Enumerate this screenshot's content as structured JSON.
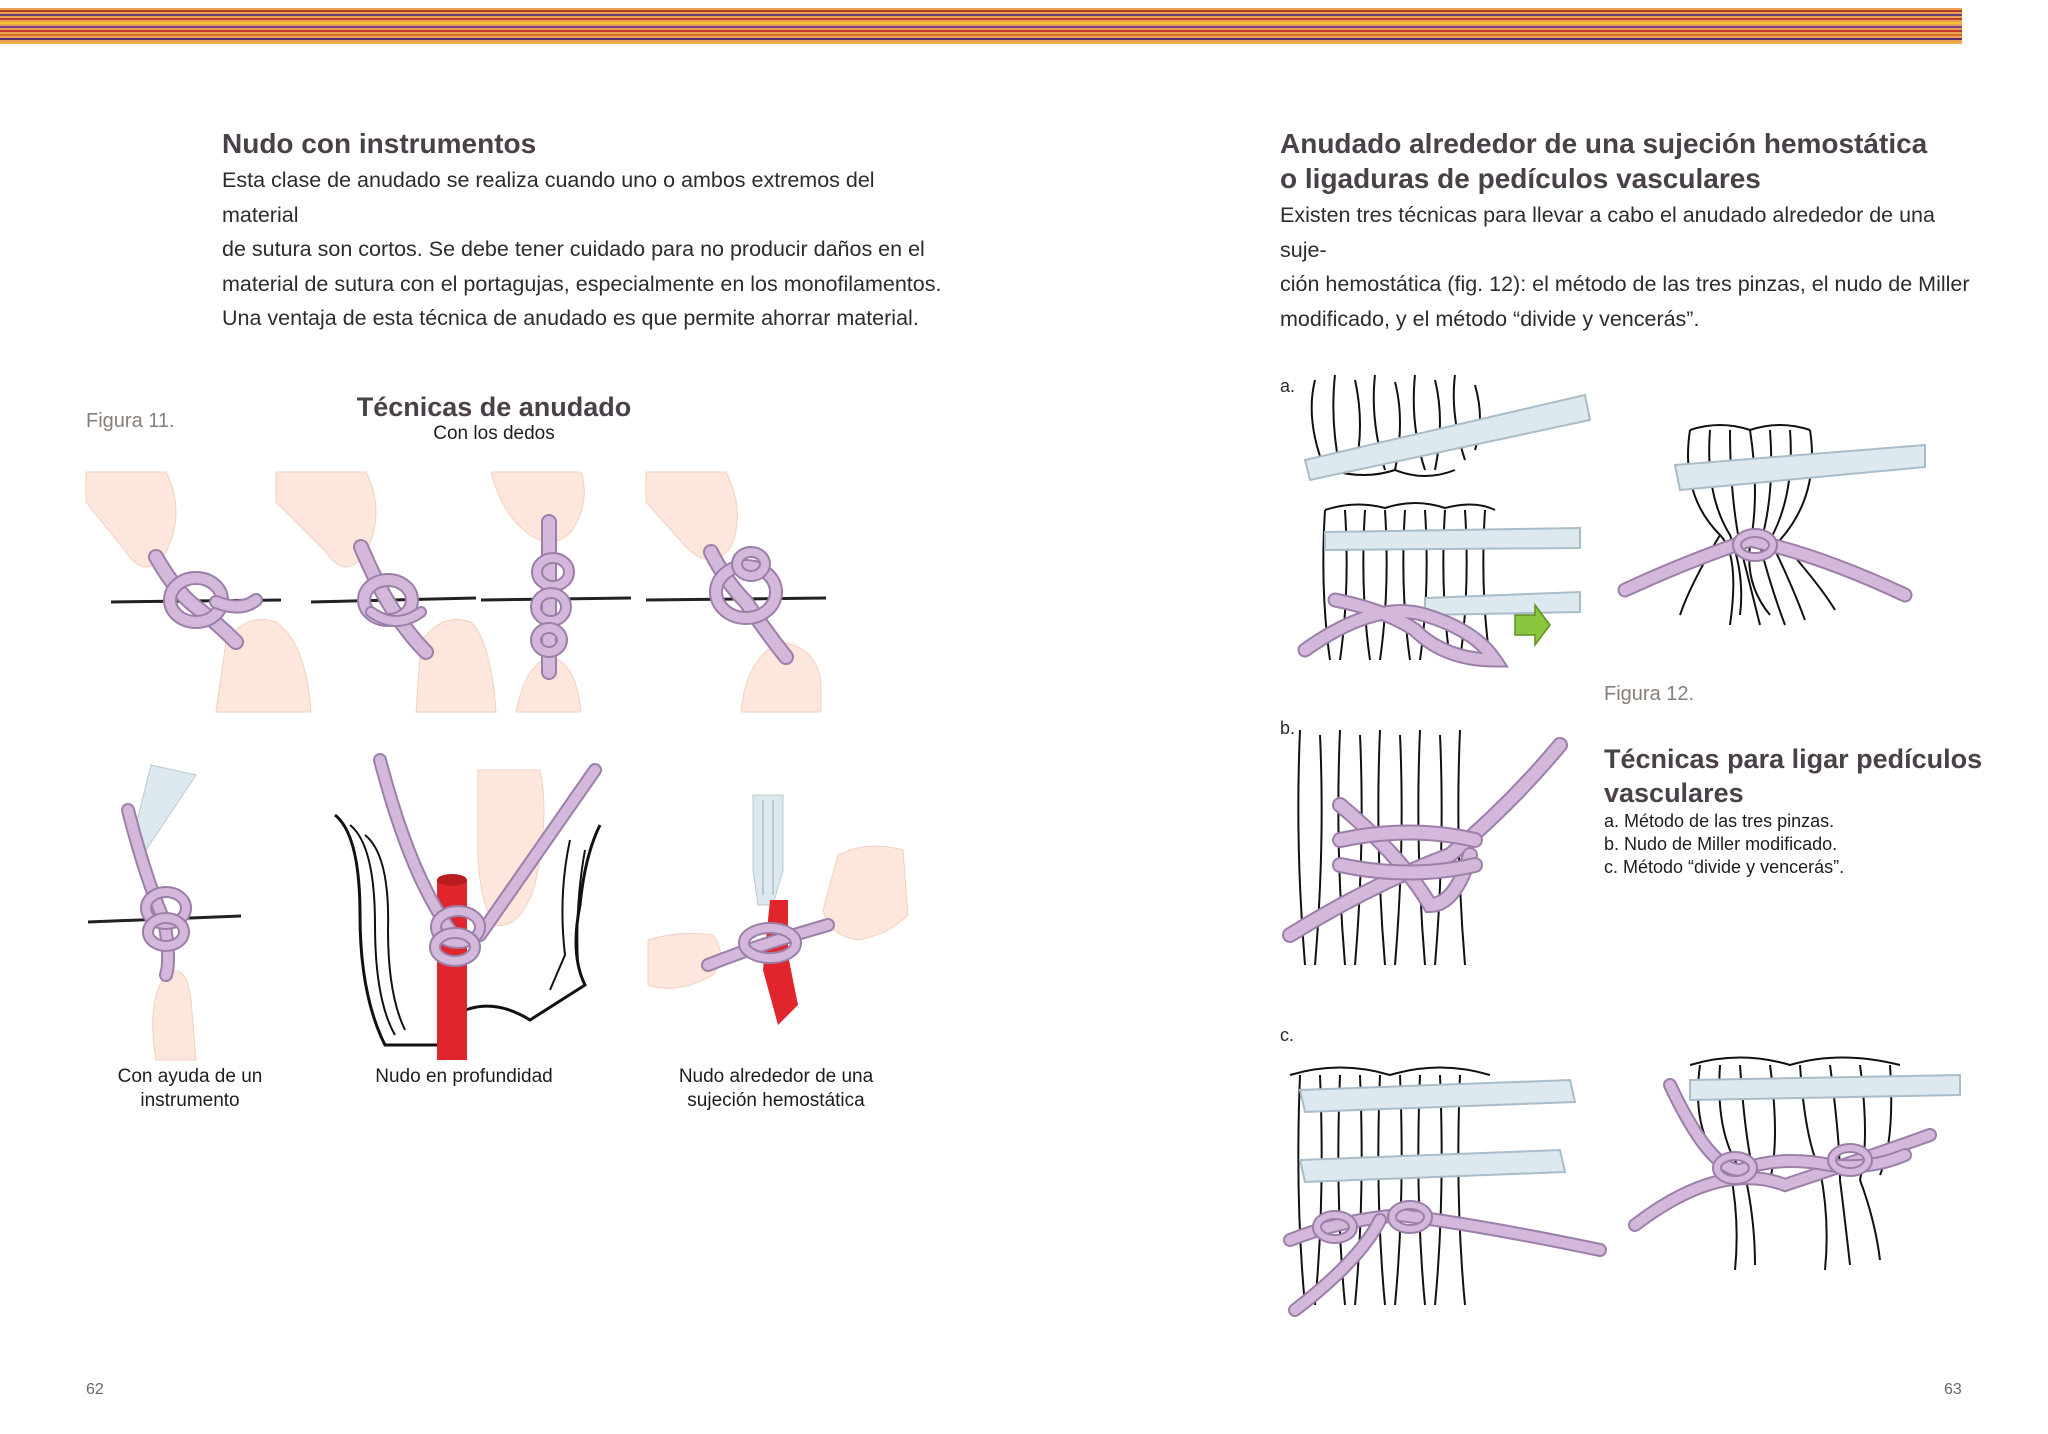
{
  "left_page": {
    "heading": "Nudo con instrumentos",
    "paragraph_lines": [
      "Esta clase de anudado se realiza cuando uno o ambos extremos del material",
      "de sutura son cortos. Se debe tener cuidado para no producir daños en el",
      "material de sutura con el portagujas, especialmente en los monofilamentos.",
      "Una ventaja de esta técnica de anudado es que permite ahorrar material."
    ],
    "figure_label": "Figura 11.",
    "figure_title": "Técnicas de anudado",
    "figure_subtitle": "Con los dedos",
    "captions": {
      "instrument": [
        "Con ayuda de un",
        "instrumento"
      ],
      "deep": [
        "Nudo en profundidad"
      ],
      "hemostat": [
        "Nudo alrededor de una",
        "sujeción hemostática"
      ]
    },
    "page_number": "62"
  },
  "right_page": {
    "heading_lines": [
      "Anudado alrededor de una sujeción hemostática",
      "o ligaduras de pedículos vasculares"
    ],
    "paragraph_lines": [
      "Existen tres técnicas para llevar a cabo el anudado alrededor de una suje-",
      "ción hemostática (fig. 12): el método de las tres pinzas, el nudo de Miller",
      "modificado, y el método “divide y vencerás”."
    ],
    "letters": {
      "a": "a.",
      "b": "b.",
      "c": "c."
    },
    "figure_label": "Figura 12.",
    "legend_title_lines": [
      "Técnicas para ligar pedículos",
      "vasculares"
    ],
    "legend_items": [
      "a. Método de las tres pinzas.",
      "b. Nudo de Miller modificado.",
      "c. Método “divide y vencerás”."
    ],
    "page_number": "63"
  },
  "colors": {
    "suture": "#d4b8dc",
    "suture_outline": "#9b7fa8",
    "finger": "#fde6dc",
    "instrument": "#dde8ef",
    "vessel": "#e0262c",
    "arrow": "#8cc63f",
    "heading": "#4a4048"
  }
}
